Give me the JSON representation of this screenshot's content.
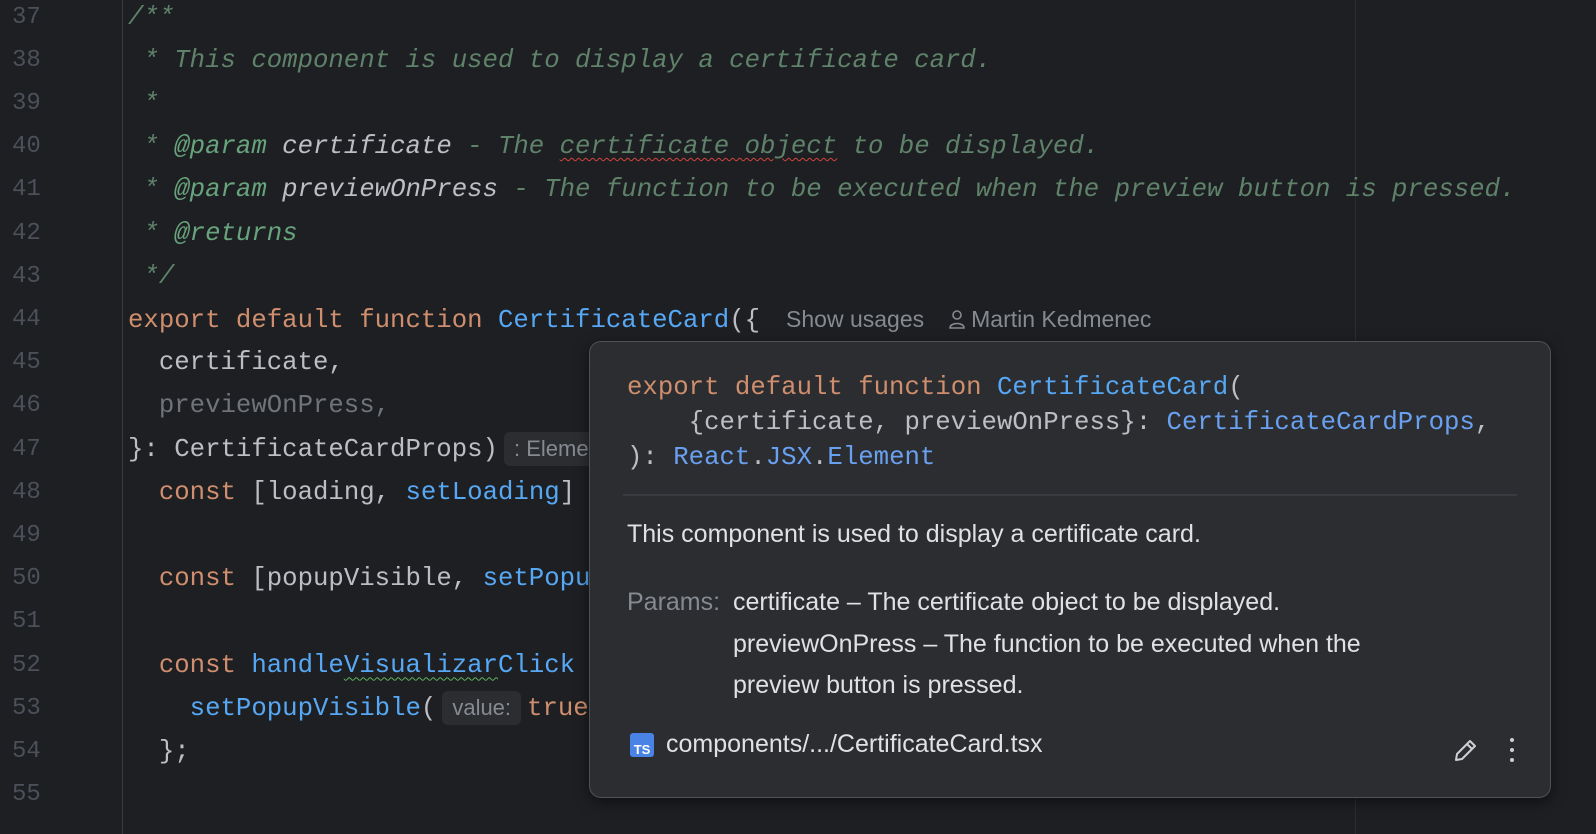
{
  "gutter": {
    "line_numbers": [
      "37",
      "38",
      "39",
      "40",
      "41",
      "42",
      "43",
      "44",
      "45",
      "46",
      "47",
      "48",
      "49",
      "50",
      "51",
      "52",
      "53",
      "54",
      "55"
    ]
  },
  "editor": {
    "lines": [
      [
        [
          "c",
          "/**"
        ]
      ],
      [
        [
          "c",
          " * This component is used to display a certificate card."
        ]
      ],
      [
        [
          "c",
          " *"
        ]
      ],
      [
        [
          "c",
          " * "
        ],
        [
          "tag",
          "@param"
        ],
        [
          "cp",
          " certificate"
        ],
        [
          "c",
          " - The "
        ],
        [
          "cu",
          "certificate object"
        ],
        [
          "c",
          " to be displayed."
        ]
      ],
      [
        [
          "c",
          " * "
        ],
        [
          "tag",
          "@param"
        ],
        [
          "cp",
          " previewOnPress"
        ],
        [
          "c",
          " - The function to be executed when the preview button is pressed."
        ]
      ],
      [
        [
          "c",
          " * "
        ],
        [
          "tag",
          "@returns"
        ]
      ],
      [
        [
          "c",
          " */"
        ]
      ],
      [
        [
          "kw",
          "export default function "
        ],
        [
          "fn",
          "CertificateCard"
        ],
        [
          "t",
          "({"
        ]
      ],
      [
        [
          "t",
          "  certificate,"
        ]
      ],
      [
        [
          "dim",
          "  previewOnPress,"
        ]
      ],
      [
        [
          "t",
          "}: CertificateCardProps)"
        ],
        [
          "hint",
          ": Eleme"
        ]
      ],
      [
        [
          "t",
          "  "
        ],
        [
          "kw",
          "const"
        ],
        [
          "t",
          " [loading, "
        ],
        [
          "fn",
          "setLoading"
        ],
        [
          "t",
          "]"
        ]
      ],
      [],
      [
        [
          "t",
          "  "
        ],
        [
          "kw",
          "const"
        ],
        [
          "t",
          " [popupVisible, "
        ],
        [
          "fn",
          "setPopu"
        ]
      ],
      [],
      [
        [
          "t",
          "  "
        ],
        [
          "kw",
          "const "
        ],
        [
          "fn",
          "handle"
        ],
        [
          "fnu",
          "Visualizar"
        ],
        [
          "fn",
          "Click"
        ]
      ],
      [
        [
          "t",
          "    "
        ],
        [
          "fn",
          "setPopupVisible"
        ],
        [
          "t",
          "("
        ],
        [
          "hint",
          "value:"
        ],
        [
          "kw",
          "true"
        ]
      ],
      [
        [
          "t",
          "  };"
        ]
      ],
      []
    ],
    "code_lens": {
      "usages": "Show usages",
      "author": "Martin Kedmenec",
      "author_icon": "person-icon"
    }
  },
  "popup": {
    "signature": {
      "kw": "export default function ",
      "name": "CertificateCard",
      "open": "(",
      "params": "    {certificate, previewOnPress}: ",
      "props_type": "CertificateCardProps",
      "comma": ",",
      "close": "): ",
      "react": "React",
      "dot1": ".",
      "jsx": "JSX",
      "dot2": ".",
      "element": "Element"
    },
    "description": "This component is used to display a certificate card.",
    "params_label": "Params:",
    "params": [
      "certificate – The certificate object to be displayed.",
      "previewOnPress – The function to be executed when the",
      "preview button is pressed."
    ],
    "file_badge": "TS",
    "file_path": "components/.../CertificateCard.tsx",
    "actions": [
      "pencil-icon",
      "more-vertical-icon"
    ]
  },
  "colors": {
    "background": "#1e1f22",
    "keyword": "#cf8e6d",
    "function": "#56a8f5",
    "comment": "#5f826b",
    "popup": "#2b2d30"
  }
}
